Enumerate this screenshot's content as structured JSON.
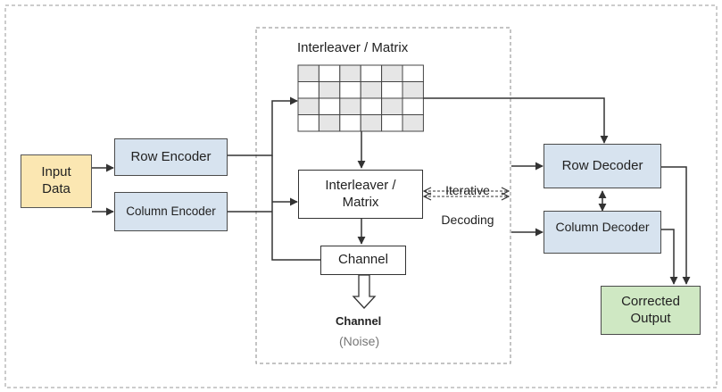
{
  "input": {
    "label": "Input\nData"
  },
  "row_encoder": {
    "label": "Row Encoder"
  },
  "column_encoder": {
    "label": "Column Encoder"
  },
  "interleaver_title": "Interleaver / Matrix",
  "interleaver_box": {
    "label": "Interleaver /\nMatrix"
  },
  "channel_box": {
    "label": "Channel"
  },
  "channel_caption": "Channel",
  "noise_caption": "(Noise)",
  "iterative_label": "Iterative\nDecoding",
  "row_decoder": {
    "label": "Row Decoder"
  },
  "column_decoder": {
    "label": "Column Decoder"
  },
  "output": {
    "label": "Corrected\nOutput"
  },
  "colors": {
    "encoder_fill": "#d7e3ef",
    "input_fill": "#fbe7b2",
    "output_fill": "#cfe8c3",
    "grid_fill": "#e6e6e6",
    "line": "#333333"
  }
}
